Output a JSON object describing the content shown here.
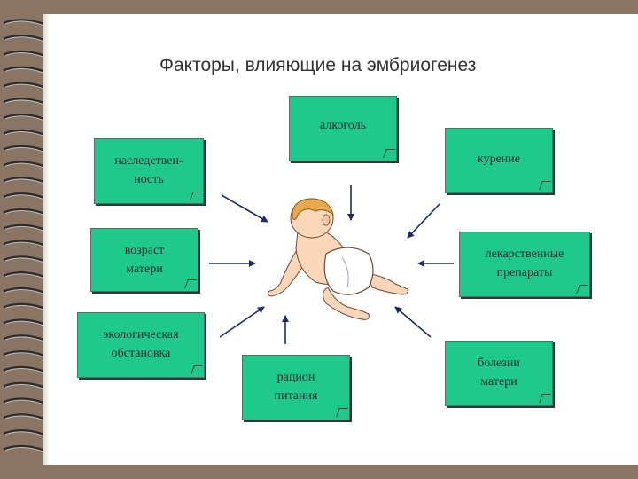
{
  "title": "Факторы, влияющие на эмбриогенез",
  "factors": {
    "alcohol": "алкоголь",
    "heredity": [
      "наследствен-",
      "ность"
    ],
    "smoking": "курение",
    "mother_age": [
      "возраст",
      "матери"
    ],
    "medicines": [
      "лекарственные",
      "препараты"
    ],
    "ecology": [
      "экологическая",
      "обстановка"
    ],
    "nutrition": [
      "рацион",
      "питания"
    ],
    "mother_diseases": [
      "болезни",
      "матери"
    ]
  },
  "colors": {
    "note_fill": "#1fc98e",
    "arrow": "#1f2a6b",
    "background": "#8a7563"
  },
  "icons": [
    "spiral-binding-icon",
    "baby-illustration"
  ]
}
